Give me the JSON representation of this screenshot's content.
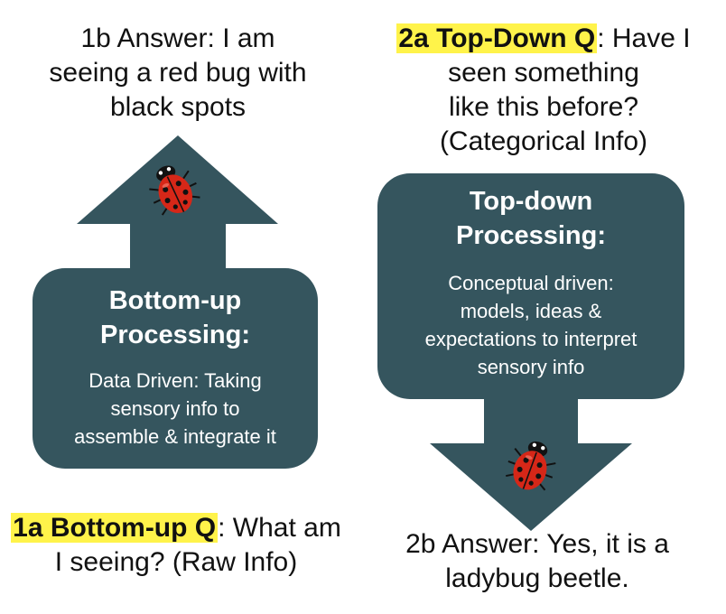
{
  "colors": {
    "shape_fill": "#35555e",
    "highlight": "#fff34a",
    "text": "#111111"
  },
  "bottom_up": {
    "answer_lines": [
      "1b Answer: I am",
      "seeing a red bug with",
      "black spots"
    ],
    "title_lines": [
      "Bottom-up",
      "Processing:"
    ],
    "body_lines": [
      "Data Driven: Taking",
      "sensory info to",
      "assemble & integrate it"
    ],
    "question_label": "1a Bottom-up Q",
    "question_rest_1": ": What am",
    "question_line_2": "I seeing? (Raw Info)"
  },
  "top_down": {
    "question_label": "2a Top-Down Q",
    "question_rest_1": ": Have I",
    "question_lines": [
      "seen something",
      "like this before?",
      "(Categorical Info)"
    ],
    "title_lines": [
      "Top-down",
      "Processing:"
    ],
    "body_lines": [
      "Conceptual driven:",
      "models, ideas &",
      "expectations to interpret",
      "sensory info"
    ],
    "answer_lines": [
      "2b Answer: Yes, it is a",
      "ladybug beetle."
    ]
  },
  "icons": [
    "ladybug-icon",
    "ladybug-icon"
  ]
}
